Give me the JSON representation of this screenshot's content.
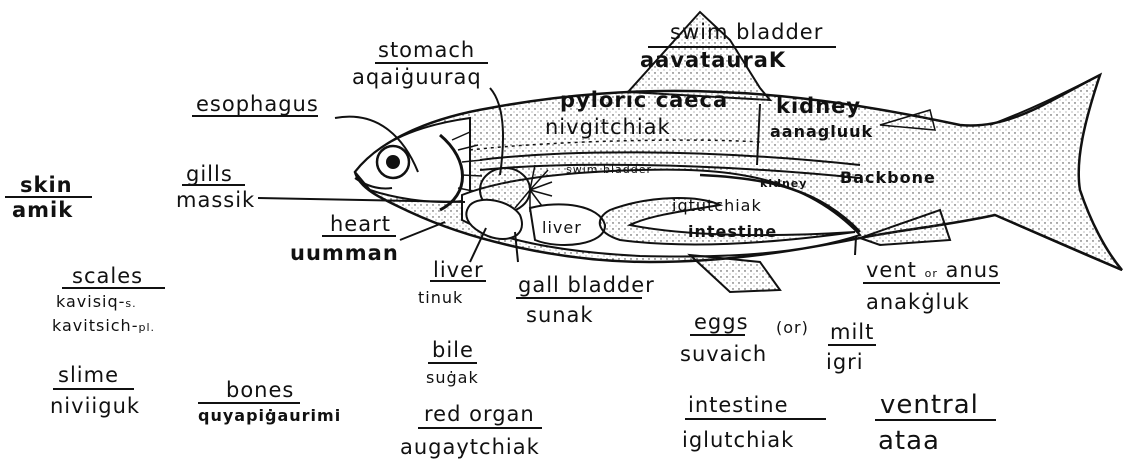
{
  "labels": {
    "stomach": "stomach",
    "stomach_inu": "aqaiġuuraq",
    "swim_bladder_top": "swim bladder",
    "swim_bladder_top_inu": "aavatauraK",
    "esophagus": "esophagus",
    "pyloric_caeca": "pyloric caeca",
    "pyloric_caeca_inu": "nivgitchiak",
    "kidney_top": "kidney",
    "kidney_top_inu": "aanagluuk",
    "backbone": "Backbone",
    "skin": "skin",
    "skin_inu": "amik",
    "gills": "gills",
    "gills_inu": "massik",
    "swim_bladder_inner": "swim bladder",
    "kidney_inner": "kidney",
    "heart": "heart",
    "heart_inu": "uumman",
    "liver_inner": "liver",
    "iqtutchiak": "iqtutchiak",
    "intestine_inner": "intestine",
    "scales": "scales",
    "scales_inu_s": "kavisiq-",
    "scales_inu_s_note": "s.",
    "scales_inu_pl": "kavitsich-",
    "scales_inu_pl_note": "pl.",
    "liver": "liver",
    "liver_inu": "tinuk",
    "gall_bladder": "gall bladder",
    "gall_bladder_inu": "sunak",
    "vent": "vent",
    "vent_or": "or",
    "vent_anus": "anus",
    "vent_inu": "anakġluk",
    "eggs": "eggs",
    "eggs_inu": "suvaich",
    "or": "(or)",
    "milt": "milt",
    "milt_inu": "igri",
    "slime": "slime",
    "slime_inu": "niviiguk",
    "bones": "bones",
    "bones_inu": "quyapiġaurimi",
    "bile": "bile",
    "bile_inu": "suġak",
    "red_organ": "red organ",
    "red_organ_inu": "augaytchiak",
    "intestine": "intestine",
    "intestine_inu": "iglutchiak",
    "ventral": "ventral",
    "ventral_inu": "ataa"
  },
  "colors": {
    "ink": "#111111",
    "paper": "#ffffff"
  }
}
